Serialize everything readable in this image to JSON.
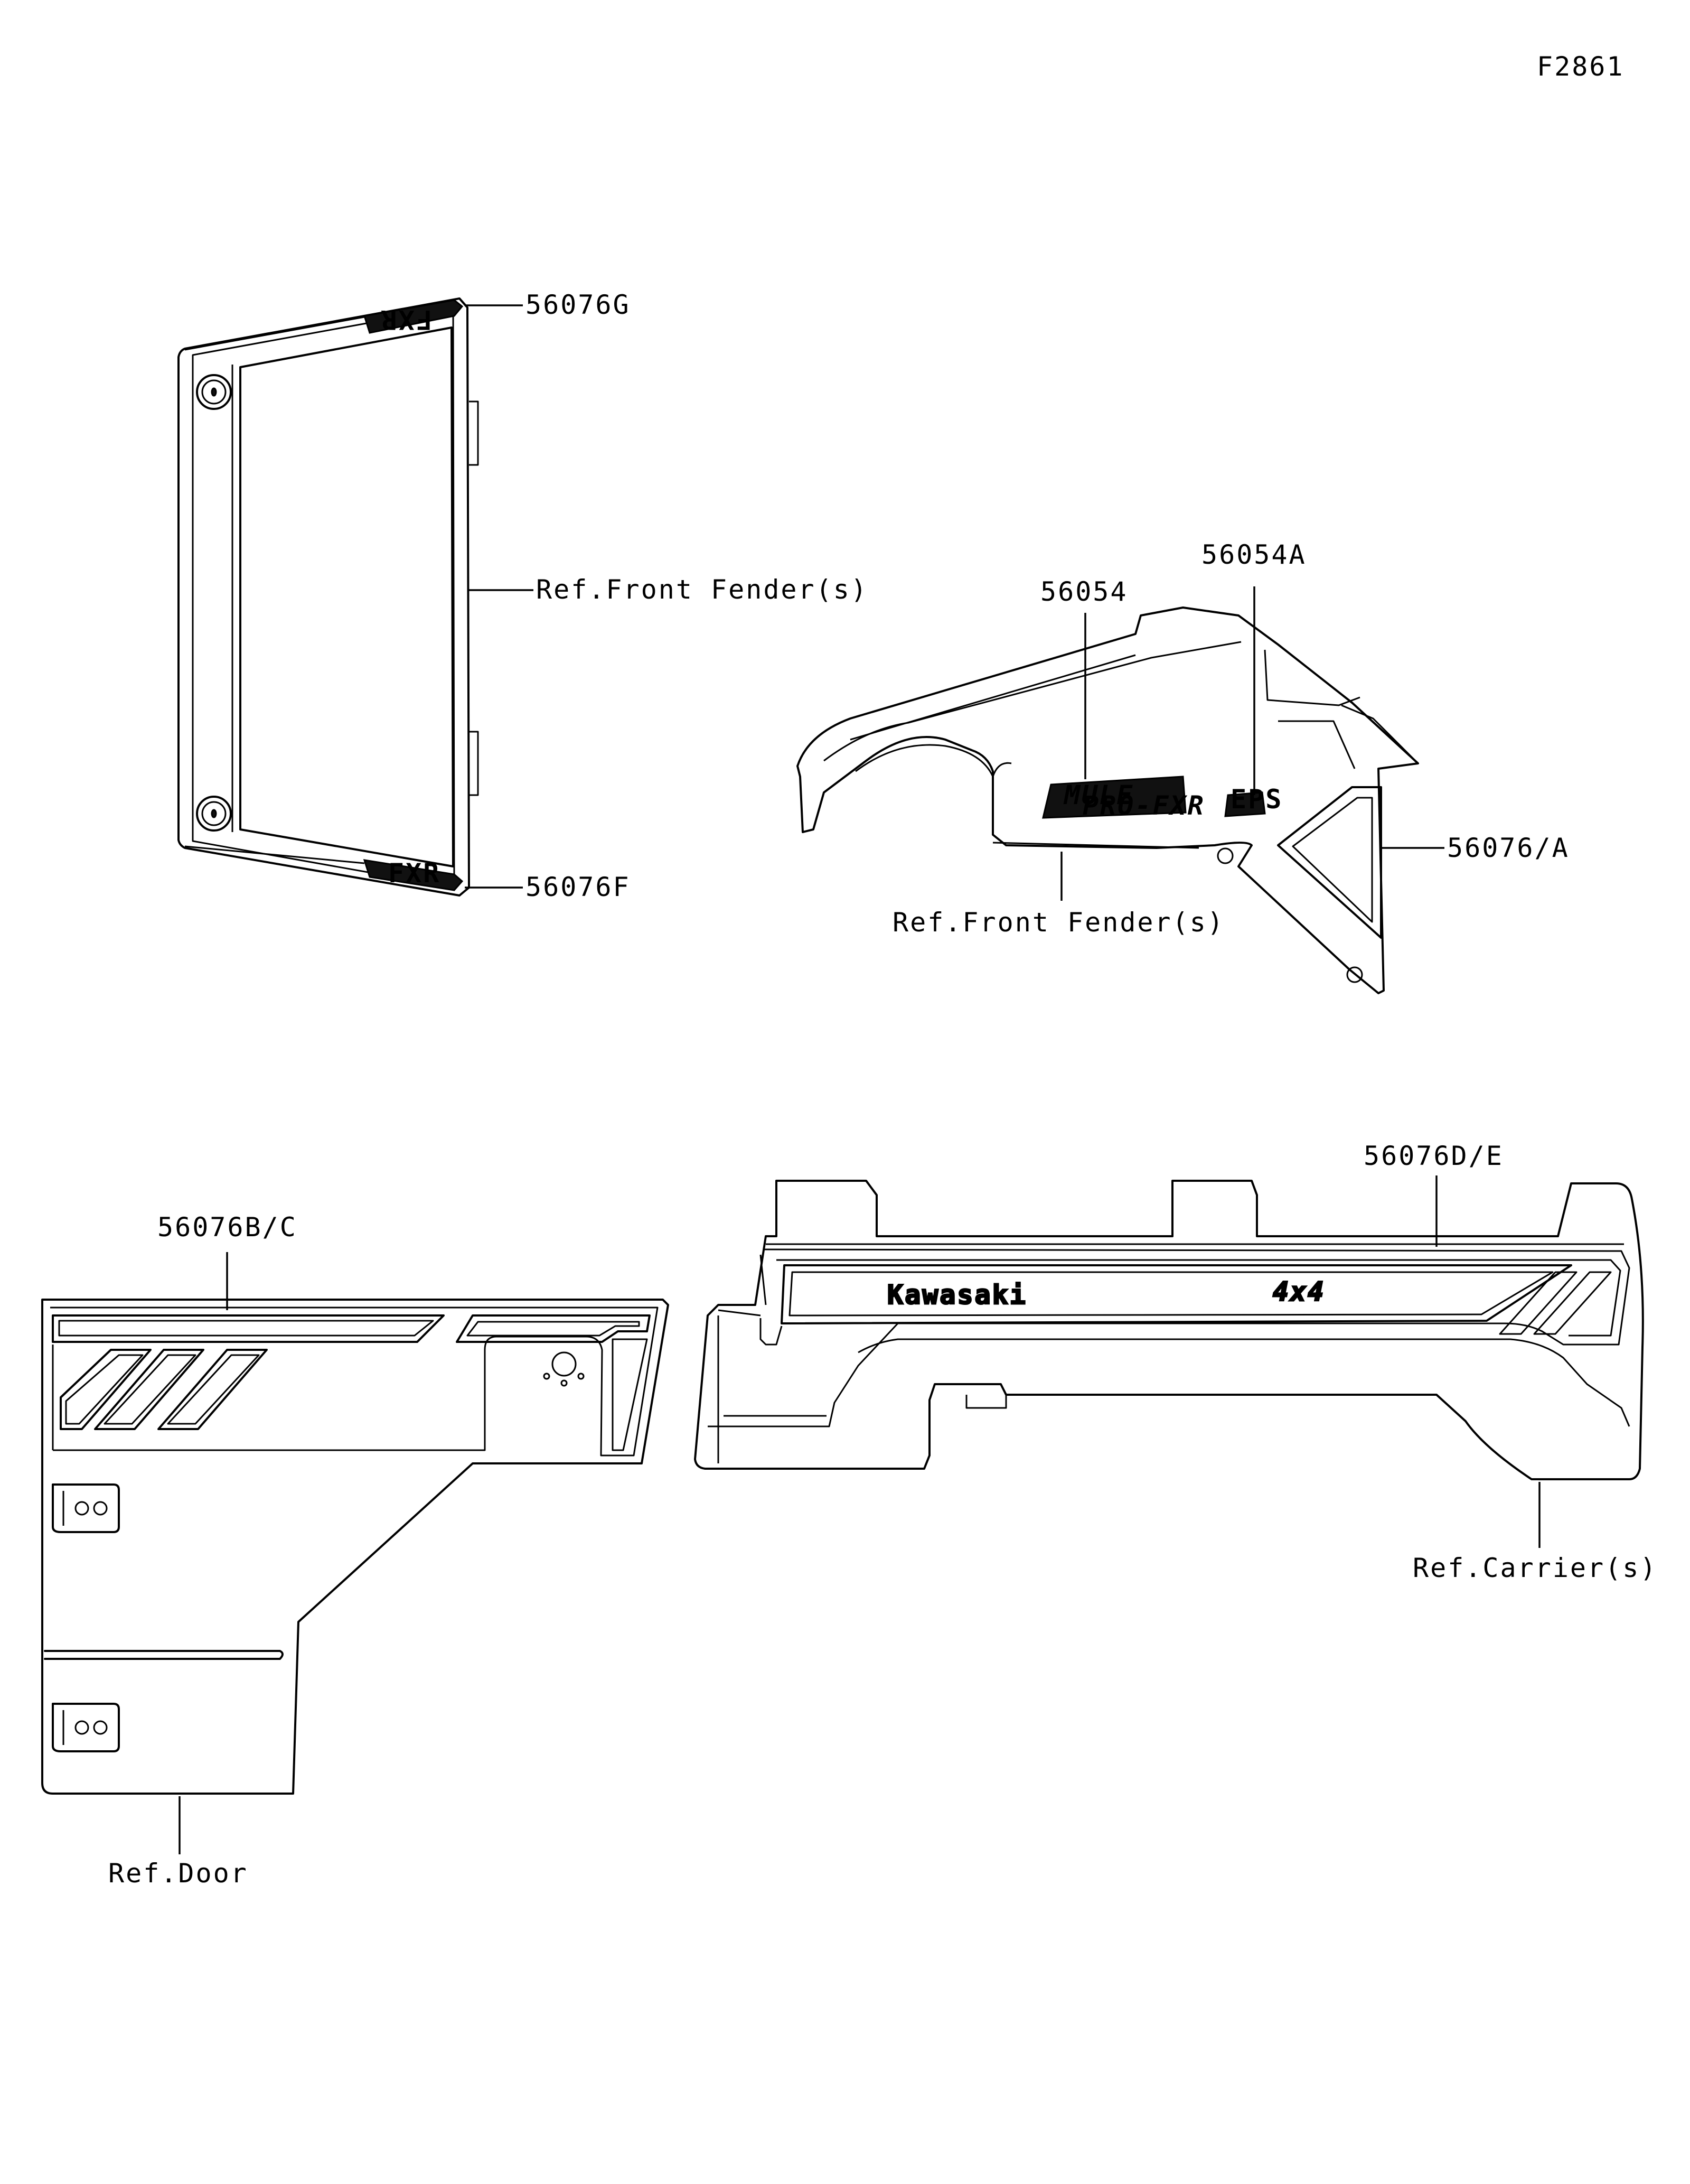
{
  "figure_code": "F2861",
  "callouts": {
    "p56076G": "56076G",
    "p56076F": "56076F",
    "ref_front_fender_1": "Ref.Front Fender(s)",
    "p56054A": "56054A",
    "p56054": "56054",
    "p56076A": "56076/A",
    "ref_front_fender_2": "Ref.Front Fender(s)",
    "p56076DE": "56076D/E",
    "ref_carrier": "Ref.Carrier(s)",
    "p56076BC": "56076B/C",
    "ref_door": "Ref.Door"
  },
  "decal_text": {
    "frame_top": "FXR",
    "frame_bottom": "FXR",
    "fender_main": "MULE",
    "fender_sub": "PRO-FXR",
    "fender_small": "EPS",
    "carrier_brand": "Kawasaki",
    "carrier_4x4": "4x4"
  },
  "colors": {
    "line": "#000000",
    "background": "#ffffff"
  }
}
